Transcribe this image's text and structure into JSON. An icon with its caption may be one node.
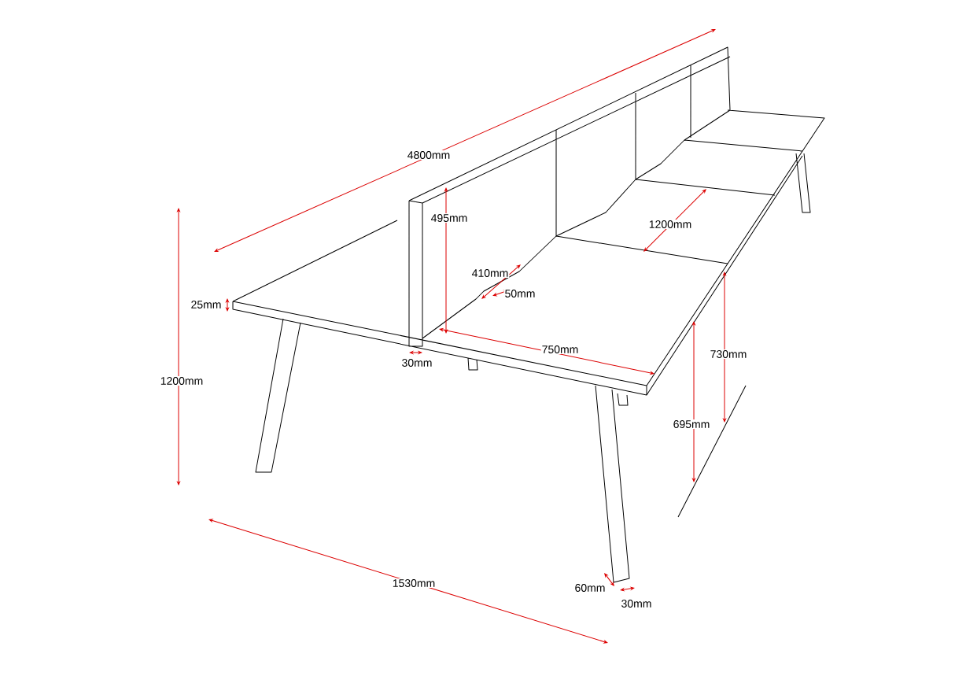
{
  "diagram": {
    "labels": [
      "4800mm",
      "495mm",
      "1200mm",
      "410mm",
      "50mm",
      "25mm",
      "750mm",
      "730mm",
      "30mm",
      "1200mm",
      "695mm",
      "1530mm",
      "60mm",
      "30mm"
    ]
  }
}
